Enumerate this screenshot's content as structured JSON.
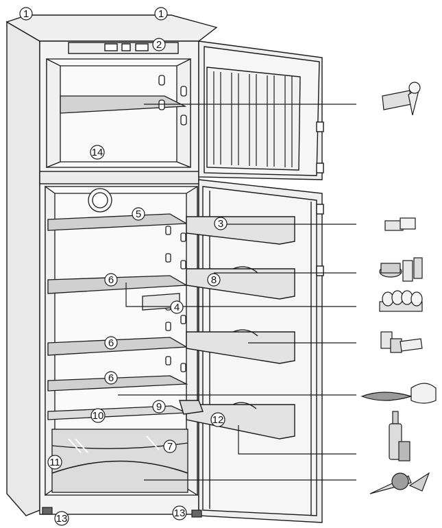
{
  "callouts": [
    {
      "id": "callout-1a",
      "label": "1"
    },
    {
      "id": "callout-1b",
      "label": "1"
    },
    {
      "id": "callout-2",
      "label": "2"
    },
    {
      "id": "callout-3",
      "label": "3"
    },
    {
      "id": "callout-4",
      "label": "4"
    },
    {
      "id": "callout-5",
      "label": "5"
    },
    {
      "id": "callout-6a",
      "label": "6"
    },
    {
      "id": "callout-6b",
      "label": "6"
    },
    {
      "id": "callout-6c",
      "label": "6"
    },
    {
      "id": "callout-7",
      "label": "7"
    },
    {
      "id": "callout-8",
      "label": "8"
    },
    {
      "id": "callout-9",
      "label": "9"
    },
    {
      "id": "callout-10",
      "label": "10"
    },
    {
      "id": "callout-11",
      "label": "11"
    },
    {
      "id": "callout-12",
      "label": "12"
    },
    {
      "id": "callout-13a",
      "label": "13"
    },
    {
      "id": "callout-13b",
      "label": "13"
    },
    {
      "id": "callout-14",
      "label": "14"
    }
  ],
  "food_icons": [
    "frozen-food-and-ice-cream-icon",
    "butter-and-cheese-icon",
    "dairy-and-jars-icon",
    "eggs-icon",
    "tins-and-tubes-icon",
    "fish-and-meat-icon",
    "bottles-icon",
    "vegetables-icon"
  ],
  "colors": {
    "line": "#1a1a1a",
    "shelf": "#cfcfcf",
    "body": "#f2f2f2",
    "shade": "#e2e2e2"
  }
}
